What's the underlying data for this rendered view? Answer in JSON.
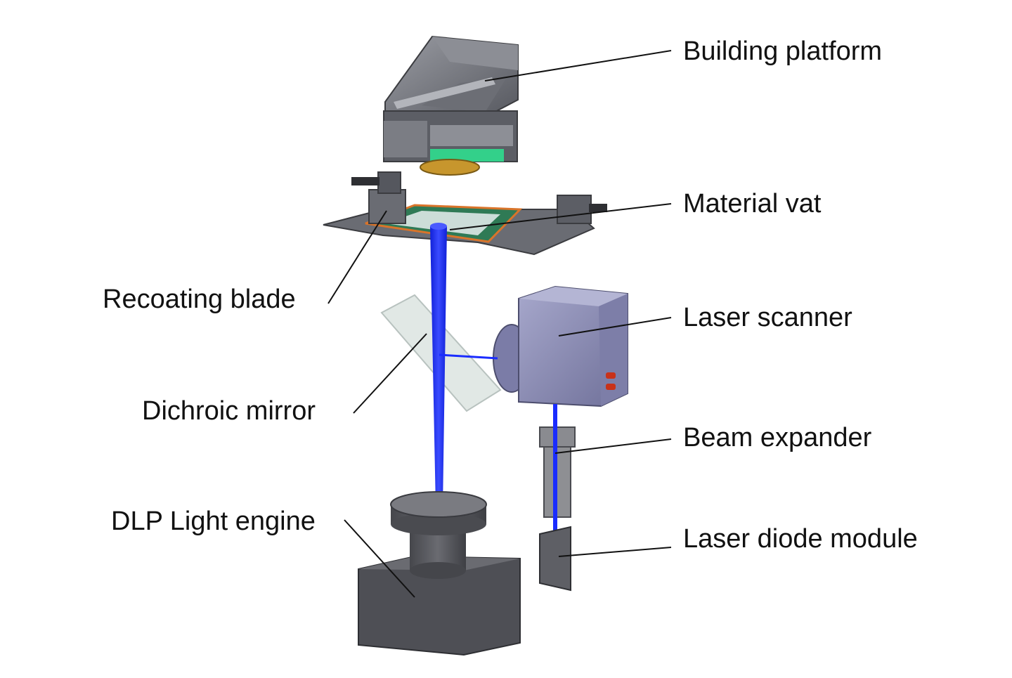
{
  "labels": {
    "building_platform": "Building platform",
    "material_vat": "Material vat",
    "recoating_blade": "Recoating blade",
    "laser_scanner": "Laser scanner",
    "dichroic_mirror": "Dichroic mirror",
    "beam_expander": "Beam expander",
    "dlp_light_engine": "DLP Light engine",
    "laser_diode_module": "Laser diode module"
  },
  "colors": {
    "background": "#ffffff",
    "beam": "#1a2cff",
    "frame_metal": "#6e7079",
    "scanner_body": "#8e8fb5",
    "vat_tray": "#2f7a55",
    "vat_edge": "#d9742a",
    "mirror_glass": "#d7e0dc",
    "engine_body": "#55565c",
    "leader_line": "#111111"
  }
}
